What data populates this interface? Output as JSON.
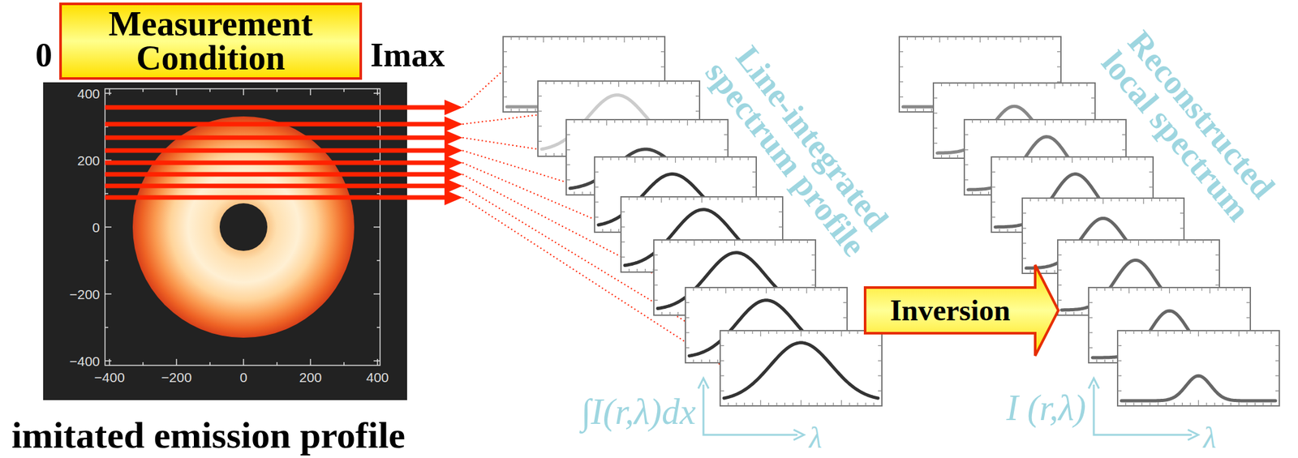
{
  "diagram": {
    "nodes": [
      {
        "text": [
          "Measurement Condition"
        ]
      },
      {
        "text": [
          "Inversion"
        ]
      }
    ],
    "labels": [
      "0",
      "Imax",
      "400",
      "200",
      "0",
      "−200",
      "−400",
      "−400",
      "−200",
      "0",
      "200",
      "400",
      "imitated emission profile",
      "Line-integrated spectrum profile",
      "∫I(r,λ)dx",
      "λ",
      "Reconstructed local spectrum",
      "I (r,λ)",
      "λ"
    ]
  }
}
